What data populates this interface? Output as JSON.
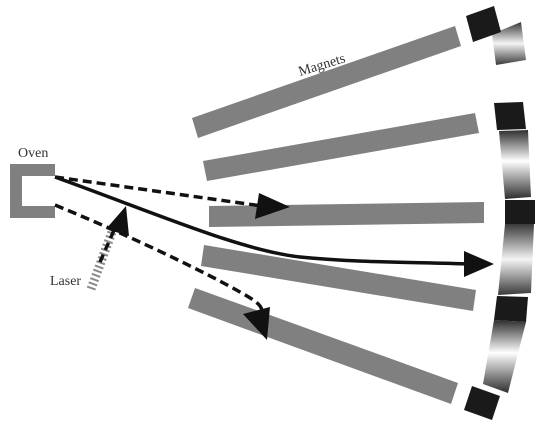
{
  "labels": {
    "oven": "Oven",
    "magnets": "Magnets",
    "laser": "Laser"
  },
  "colors": {
    "magnet": "#808080",
    "oven": "#808080",
    "beam": "#111111",
    "detector_block": "#1a1a1a",
    "laser": "#8a8a8a"
  }
}
